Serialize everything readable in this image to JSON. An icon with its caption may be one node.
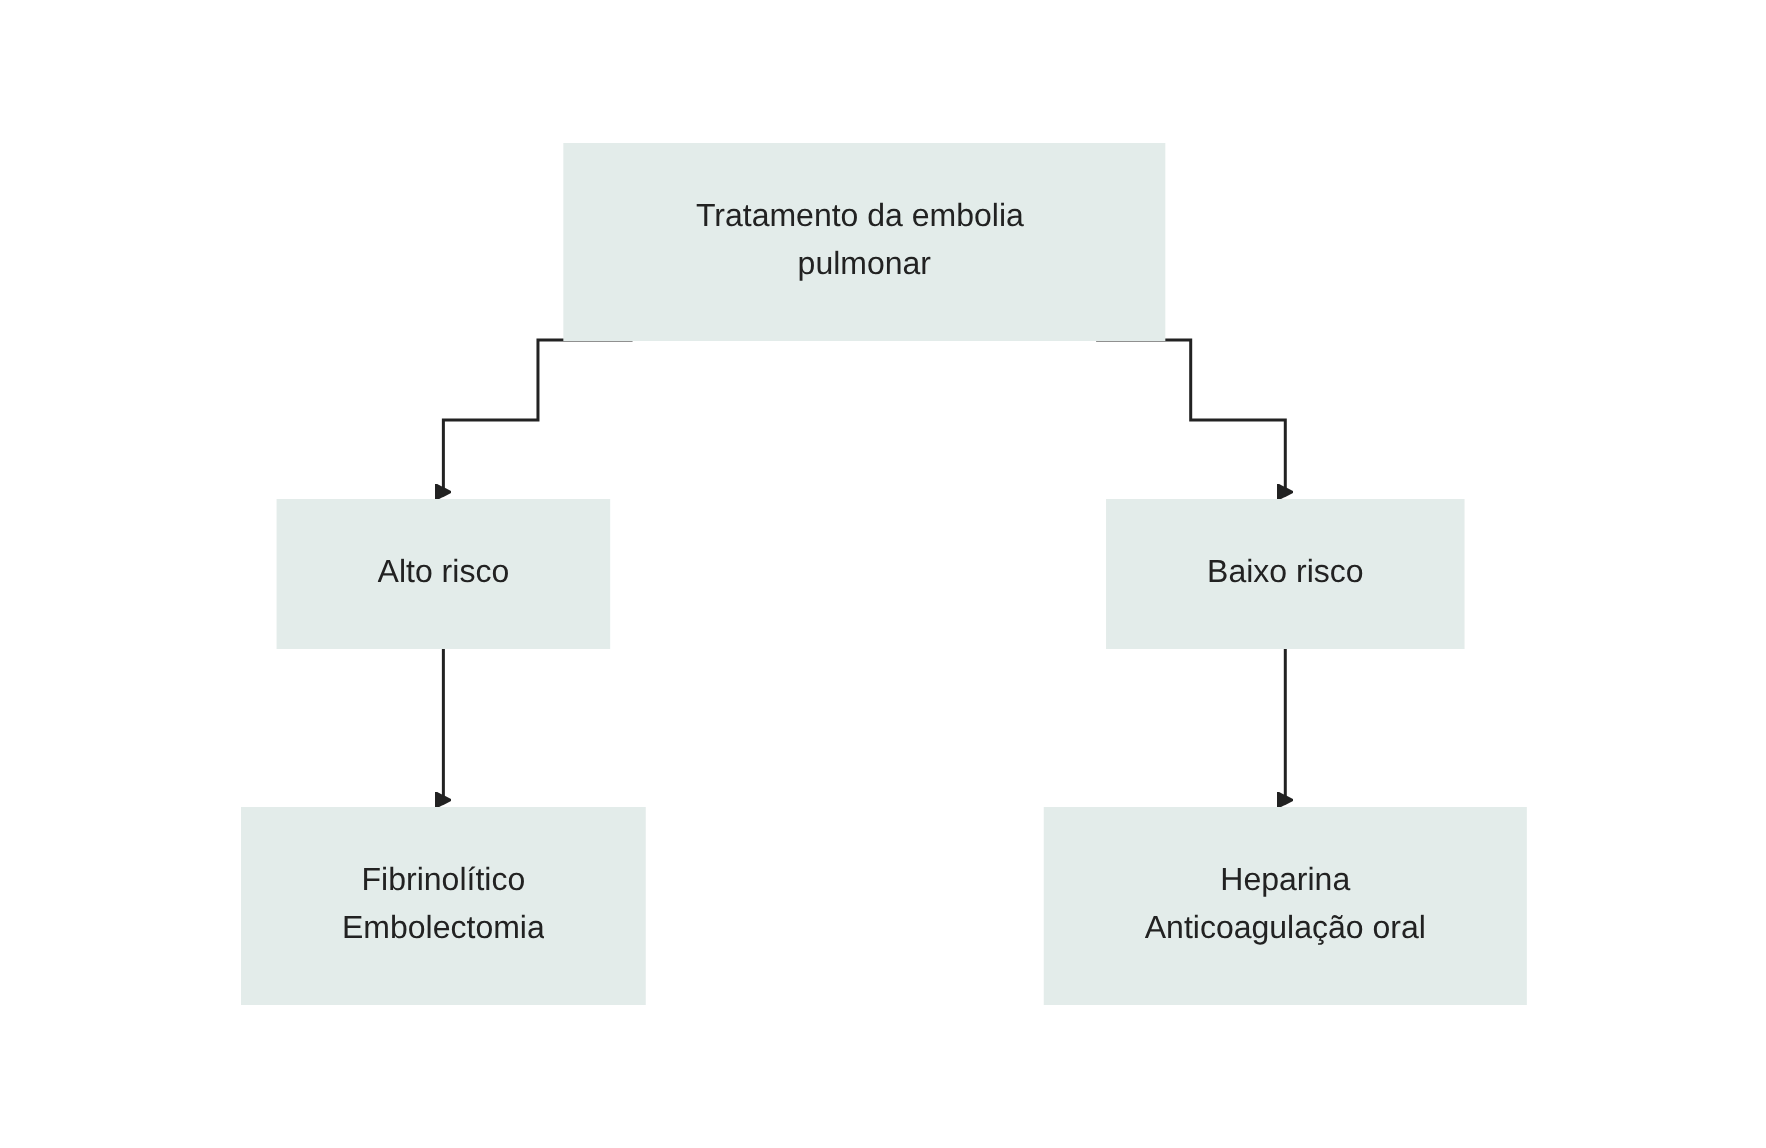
{
  "diagram": {
    "nodes": [
      {
        "text": [
          "Tratamento da embolia pulmonar"
        ]
      },
      {
        "text": [
          "Alto risco"
        ]
      },
      {
        "text": [
          "Baixo risco"
        ]
      },
      {
        "text": [
          "Fibrinolítico",
          "Embolectomia"
        ]
      },
      {
        "text": [
          "Heparina",
          "Anticoagulação oral"
        ]
      }
    ],
    "edges": [
      {
        "from": 0,
        "to": 1,
        "arrow": "to"
      },
      {
        "from": 0,
        "to": 2,
        "arrow": "to"
      },
      {
        "from": 1,
        "to": 3,
        "arrow": "to"
      },
      {
        "from": 2,
        "to": 4,
        "arrow": "to"
      }
    ]
  }
}
